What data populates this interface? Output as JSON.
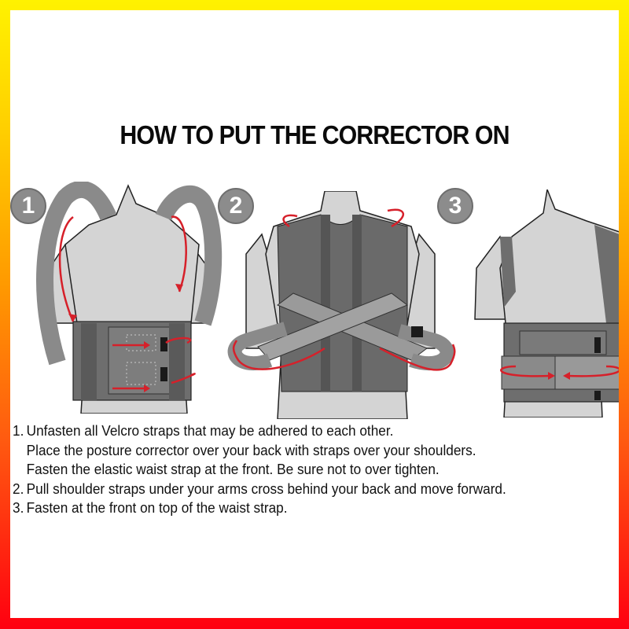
{
  "frame": {
    "gradient_top": "#fff200",
    "gradient_bottom": "#ff0010"
  },
  "title": "HOW TO PUT THE CORRECTOR ON",
  "steps_badges": [
    "1",
    "2",
    "3"
  ],
  "figures": [
    {
      "id": 1,
      "description": "Back view: straps looped over shoulders, waist strap fastened at front",
      "icon": "back-view-straps-over-shoulders"
    },
    {
      "id": 2,
      "description": "Back view: shoulder straps crossed behind back and pulled forward",
      "icon": "back-view-crossed-straps"
    },
    {
      "id": 3,
      "description": "Three-quarter view: straps fastened at front on top of waist strap",
      "icon": "side-view-fastened-straps"
    }
  ],
  "colors": {
    "arrow": "#d6202a",
    "brace_dark": "#5e5e5e",
    "brace_mid": "#7d7d7d",
    "brace_light": "#9a9a9a",
    "body": "#d4d4d4",
    "badge": "#8c8c8c"
  },
  "instructions": [
    {
      "num": "1.",
      "lines": [
        "Unfasten all Velcro straps that may be adhered to each other.",
        "Place the posture corrector over your back with straps over your shoulders.",
        "Fasten the elastic waist strap at the front. Be sure not to over tighten."
      ]
    },
    {
      "num": "2.",
      "lines": [
        "Pull shoulder straps under your arms cross behind your back and move forward."
      ]
    },
    {
      "num": "3.",
      "lines": [
        "Fasten at the front on top of the waist strap."
      ]
    }
  ]
}
